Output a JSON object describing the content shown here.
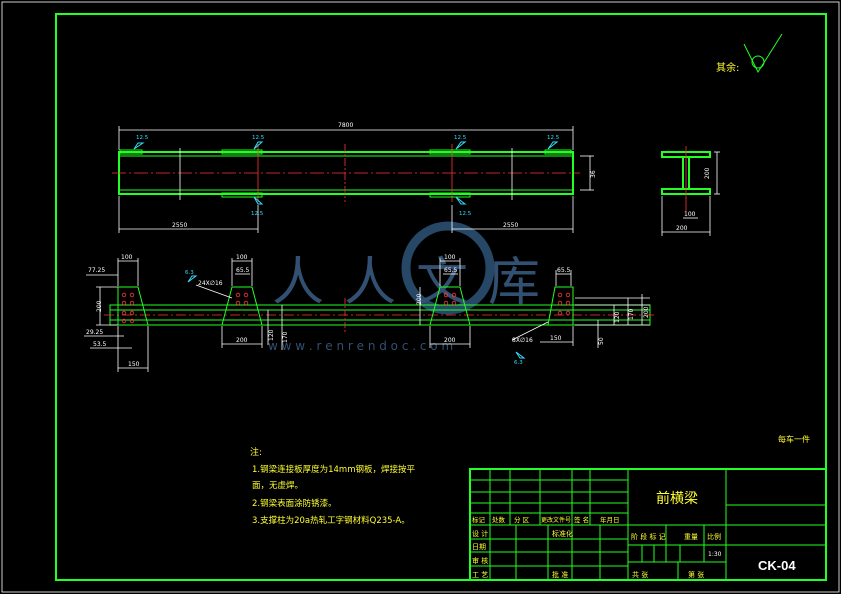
{
  "colors": {
    "frame": "#22ff22",
    "text": "#ffff33",
    "dim": "#ffffff",
    "center": "#ff3333",
    "weld": "#33ddff",
    "bg": "#000000"
  },
  "roughness": "其余:",
  "elevation": {
    "total_length": "7800",
    "left_span": "2550",
    "right_span": "2550",
    "height": "36",
    "weld_size": "12.5"
  },
  "section": {
    "height": "200",
    "web": "100",
    "flange": "200"
  },
  "plan": {
    "dims_top": [
      "100",
      "100",
      "100"
    ],
    "dims_top2": [
      "65.5",
      "65.5",
      "65.5"
    ],
    "weld_left": "6.3",
    "weld_right": "6.3",
    "hole_left": "24X∅16",
    "hole_right": "8X∅16",
    "dim_left_a": "77.25",
    "dim_left_b": "29.25",
    "dim_left_c": "53.5",
    "dim_left_d": "150",
    "dim_h": "200",
    "dim_mid_a": "200",
    "dim_mid_b": "120",
    "dim_mid_c": "170",
    "dim_mid_d": "200",
    "dim_right_a": "150",
    "dim_right_b": "50",
    "dim_right_c": "120",
    "dim_right_d": "170",
    "dim_right_e": "200"
  },
  "quantity_note": "每车一件",
  "notes": {
    "title": "注:",
    "lines": [
      "1.钢梁连接板厚度为14mm钢板，焊接按平",
      "面，无虚焊。",
      "2.钢梁表面涂防锈漆。",
      "3.支撑柱为20a热轧工字钢材料Q235-A。"
    ]
  },
  "title_block": {
    "drawing_name": "前横梁",
    "drawing_no": "CK-04",
    "row_labels": [
      "标记",
      "处数",
      "分 区",
      "更改文件号",
      "签 名",
      "年月日"
    ],
    "left_labels": [
      "设 计",
      "日期",
      "审 核",
      "工 艺"
    ],
    "mid_labels": [
      "标准化",
      "批 准"
    ],
    "stage_labels": [
      "阶 段 标 记",
      "重量",
      "比例"
    ],
    "scale": "1:30",
    "sheet": "共  张",
    "sheet2": "第  张"
  },
  "watermark": {
    "brand": "人人文库",
    "url": "w w w . r e n r e n d o c . c o m"
  }
}
